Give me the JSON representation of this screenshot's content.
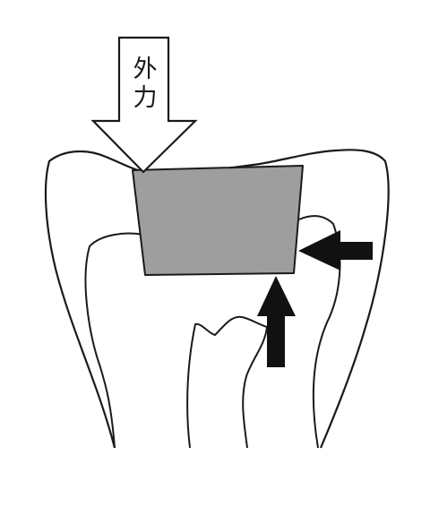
{
  "labels": {
    "external_force": "外力"
  },
  "colors": {
    "outline": "#1a1a1a",
    "restoration_fill": "#9e9e9e",
    "force_arrow_fill": "#ffffff",
    "reaction_arrow_fill": "#111111",
    "background": "#ffffff"
  },
  "icons": {
    "external_force_arrow": "hollow-down-arrow",
    "lateral_arrow": "solid-left-arrow",
    "vertical_arrow": "solid-up-arrow"
  }
}
